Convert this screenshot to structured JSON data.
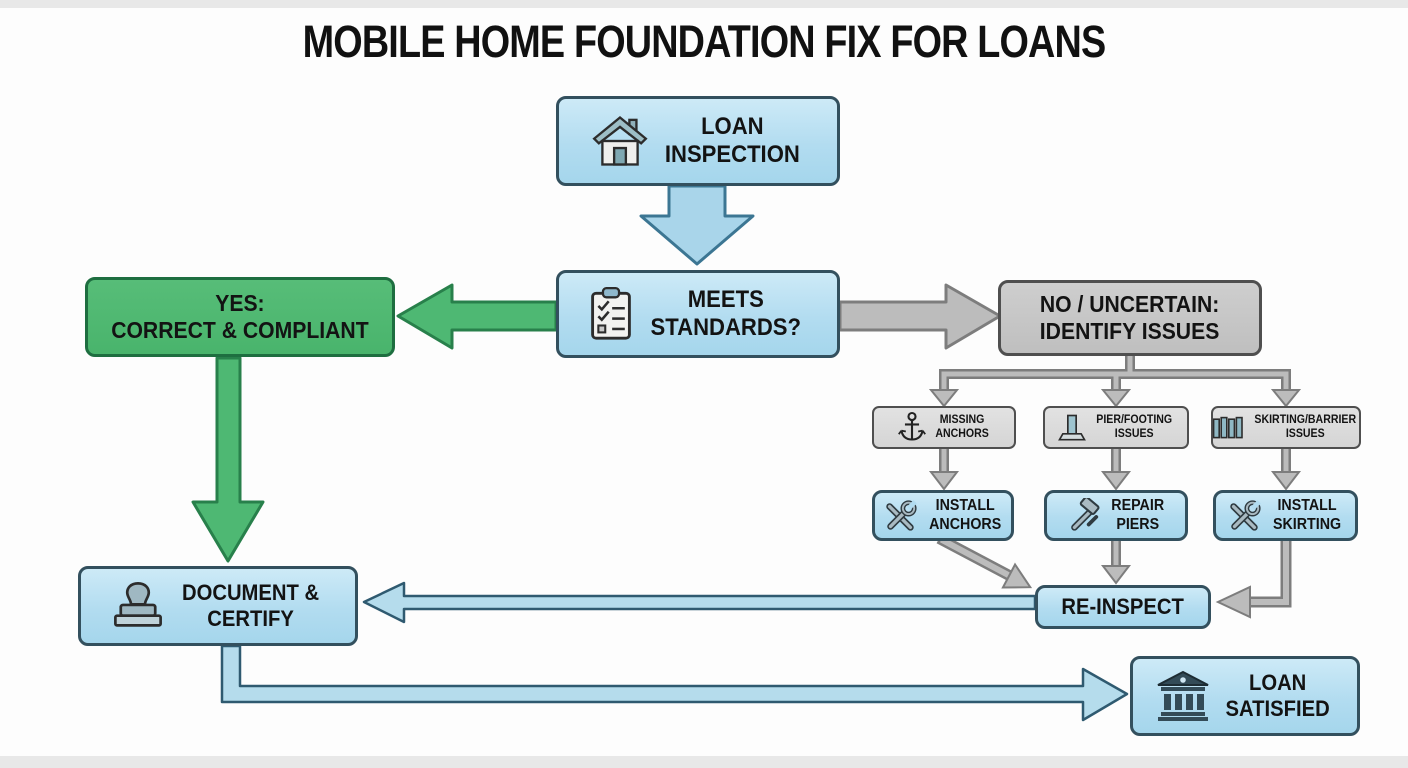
{
  "title": "MOBILE HOME FOUNDATION FIX FOR LOANS",
  "colors": {
    "box_blue": "#b2dcf0",
    "box_green": "#4eb873",
    "box_gray": "#c6c6c6",
    "box_gray_light": "#dcdcdc",
    "arrow_blue": "#a9d5ea",
    "arrow_blue_outline": "#3c7693",
    "arrow_green": "#4eb873",
    "arrow_green_outline": "#28804b",
    "arrow_gray": "#bcbcbc",
    "arrow_gray_outline": "#7d7d7d",
    "long_arrow_blue": "#b5dcec",
    "long_arrow_outline": "#2f5a70"
  },
  "nodes": {
    "loan_inspection": {
      "label": "LOAN\nINSPECTION",
      "icon": "house-icon"
    },
    "meets_standards": {
      "label": "MEETS\nSTANDARDS?",
      "icon": "checklist-icon"
    },
    "yes_outcome": {
      "label": "YES:\nCORRECT & COMPLIANT"
    },
    "no_outcome": {
      "label": "NO / UNCERTAIN:\nIDENTIFY ISSUES"
    },
    "issue_anchors": {
      "label": "MISSING\nANCHORS",
      "icon": "anchor-icon"
    },
    "issue_piers": {
      "label": "PIER/FOOTING\nISSUES",
      "icon": "pier-icon"
    },
    "issue_skirting": {
      "label": "SKIRTING/BARRIER\nISSUES",
      "icon": "skirting-icon"
    },
    "fix_anchors": {
      "label": "INSTALL\nANCHORS",
      "icon": "tools-icon"
    },
    "fix_piers": {
      "label": "REPAIR\nPIERS",
      "icon": "hammer-icon"
    },
    "fix_skirting": {
      "label": "INSTALL\nSKIRTING",
      "icon": "tools-icon"
    },
    "reinspect": {
      "label": "RE-INSPECT"
    },
    "document_certify": {
      "label": "DOCUMENT &\nCERTIFY",
      "icon": "stamp-icon"
    },
    "loan_satisfied": {
      "label": "LOAN\nSATISFIED",
      "icon": "bank-icon"
    }
  }
}
